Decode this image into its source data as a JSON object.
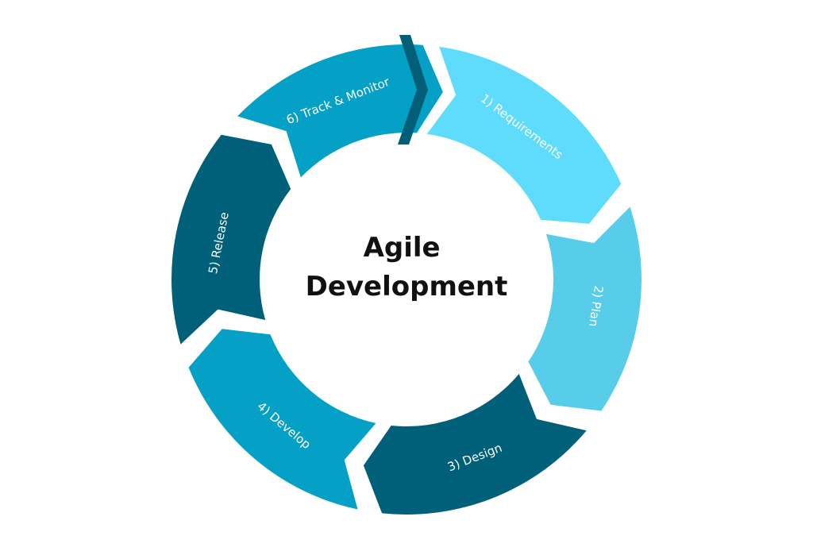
{
  "diagram": {
    "center_title": [
      "Agile",
      "Development"
    ],
    "background_color": "#ffffff",
    "center_color": "#ffffff",
    "divider_color": "#005e76",
    "segments": [
      {
        "label": "1) Requirements",
        "color": "#5fdcfb"
      },
      {
        "label": "2) Plan",
        "color": "#58cdea"
      },
      {
        "label": "3) Design",
        "color": "#00607a"
      },
      {
        "label": "4) Develop",
        "color": "#04a0c6"
      },
      {
        "label": "5) Release",
        "color": "#00607a"
      },
      {
        "label": "6) Track & Monitor",
        "color": "#04a0c6"
      }
    ]
  }
}
